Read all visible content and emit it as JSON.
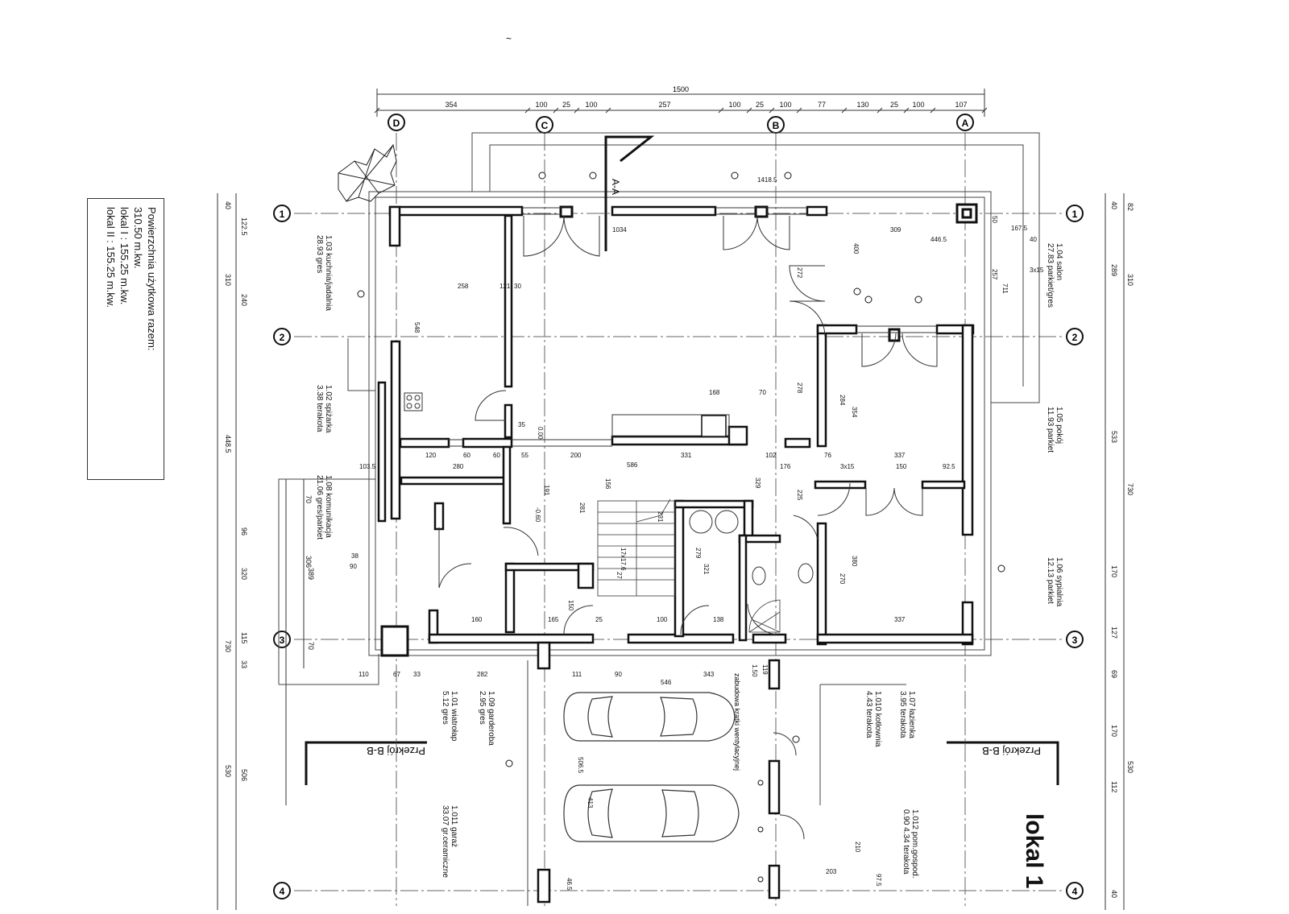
{
  "header": {
    "mark": "~"
  },
  "legend": {
    "total_label": "Powierzchnia użytkowa razem:",
    "total_value": "310.50 m.kw.",
    "lokal1": "lokal I  :  155.25 m.kw.",
    "lokal2": "lokal II :  155.25 m.kw."
  },
  "unit_label": "lokal 1",
  "section_labels": {
    "aa": "A-A",
    "bb_left": "Przekrój B-B",
    "bb_right": "Przekrój B-B"
  },
  "axes": {
    "columns": [
      "D",
      "C",
      "B",
      "A"
    ],
    "rows": [
      "1",
      "2",
      "3",
      "4"
    ]
  },
  "dims_top": {
    "overall": "1500",
    "chain": [
      "354",
      "100",
      "25",
      "100",
      "257",
      "100",
      "25",
      "100",
      "77",
      "130",
      "25",
      "100",
      "107"
    ]
  },
  "dims_left": [
    "40",
    "122.5",
    "310",
    "240",
    "448.5",
    "730",
    "96",
    "320",
    "115",
    "33",
    "530",
    "506",
    "70",
    "306",
    "389",
    "70"
  ],
  "dims_right": [
    "40",
    "82",
    "289",
    "310",
    "533",
    "730",
    "170",
    "127",
    "69",
    "530",
    "170",
    "112",
    "40"
  ],
  "rooms": [
    {
      "id": "1.03",
      "name": "1.03 kuchnia/jadalnia",
      "area": "28.93 gres"
    },
    {
      "id": "1.02",
      "name": "1.02 spiżarka",
      "area": "3.38 terakota"
    },
    {
      "id": "1.08",
      "name": "1.08 komunikacja",
      "area": "21.06 gres/parkiet"
    },
    {
      "id": "1.04",
      "name": "1.04 salon",
      "area": "27.83 parkiet/gres"
    },
    {
      "id": "1.05",
      "name": "1.05 pokój",
      "area": "11.93 parkiet"
    },
    {
      "id": "1.06",
      "name": "1.06 sypialnia",
      "area": "12.13 parkiet"
    },
    {
      "id": "1.09",
      "name": "1.09 garderoba",
      "area": "2.95 gres"
    },
    {
      "id": "1.01",
      "name": "1.01 wiatrołap",
      "area": "5.12 gres"
    },
    {
      "id": "1.07",
      "name": "1.07 łazienka",
      "area": "3.95 terakota"
    },
    {
      "id": "1.010",
      "name": "1.010 kotłownia",
      "area": "4.43 terakota"
    },
    {
      "id": "1.011",
      "name": "1.011 garaż",
      "area": "33.07 gr.ceramiczne"
    },
    {
      "id": "1.012",
      "name": "1.012 pom.gospod.",
      "area": "0.90 4.34 terakota"
    }
  ],
  "interior_dims": [
    "258",
    "121",
    "30",
    "548",
    "1034",
    "1418.5",
    "309",
    "446.5",
    "50",
    "167.5",
    "40",
    "3x15",
    "400",
    "257",
    "711",
    "272",
    "278",
    "284",
    "354",
    "168",
    "70",
    "120",
    "60",
    "280",
    "55",
    "60",
    "200",
    "586",
    "331",
    "102",
    "176",
    "76",
    "150",
    "337",
    "92.5",
    "103.5",
    "191",
    "281",
    "156",
    "329",
    "225",
    "380",
    "270",
    "337",
    "138",
    "321",
    "100",
    "160",
    "165",
    "150",
    "25",
    "110",
    "67",
    "33",
    "282",
    "343",
    "546",
    "90",
    "111",
    "506.5",
    "210",
    "203",
    "97.5",
    "46.5",
    "3x15",
    "38",
    "90",
    "35",
    "0.00",
    "-0.60",
    "413",
    "27",
    "17x17.6",
    "231",
    "279",
    "1.50",
    "119"
  ],
  "shafts_label": "zabudowa kratki wentylacyjnej",
  "colors": {
    "line": "#111111",
    "dim": "#444444",
    "axis": "#555555"
  }
}
